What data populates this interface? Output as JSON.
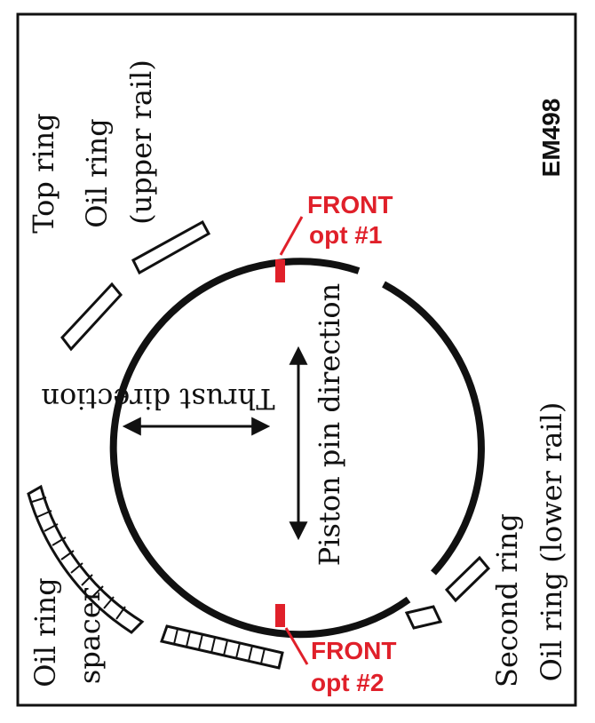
{
  "figure_id": "EM498",
  "labels": {
    "top_ring": "Top ring",
    "oil_ring_upper_line1": "Oil ring",
    "oil_ring_upper_line2": "(upper rail)",
    "thrust_direction": "Thrust direction",
    "piston_pin_direction": "Piston pin direction",
    "oil_ring_spacer_line1": "Oil ring",
    "oil_ring_spacer_line2": "spacer",
    "second_ring": "Second ring",
    "oil_ring_lower": "Oil ring (lower rail)"
  },
  "annotations": {
    "front_1_line1": "FRONT",
    "front_1_line2": "opt #1",
    "front_2_line1": "FRONT",
    "front_2_line2": "opt #2"
  },
  "colors": {
    "ink": "#111111",
    "annotation": "#e0202a",
    "background": "#ffffff"
  }
}
